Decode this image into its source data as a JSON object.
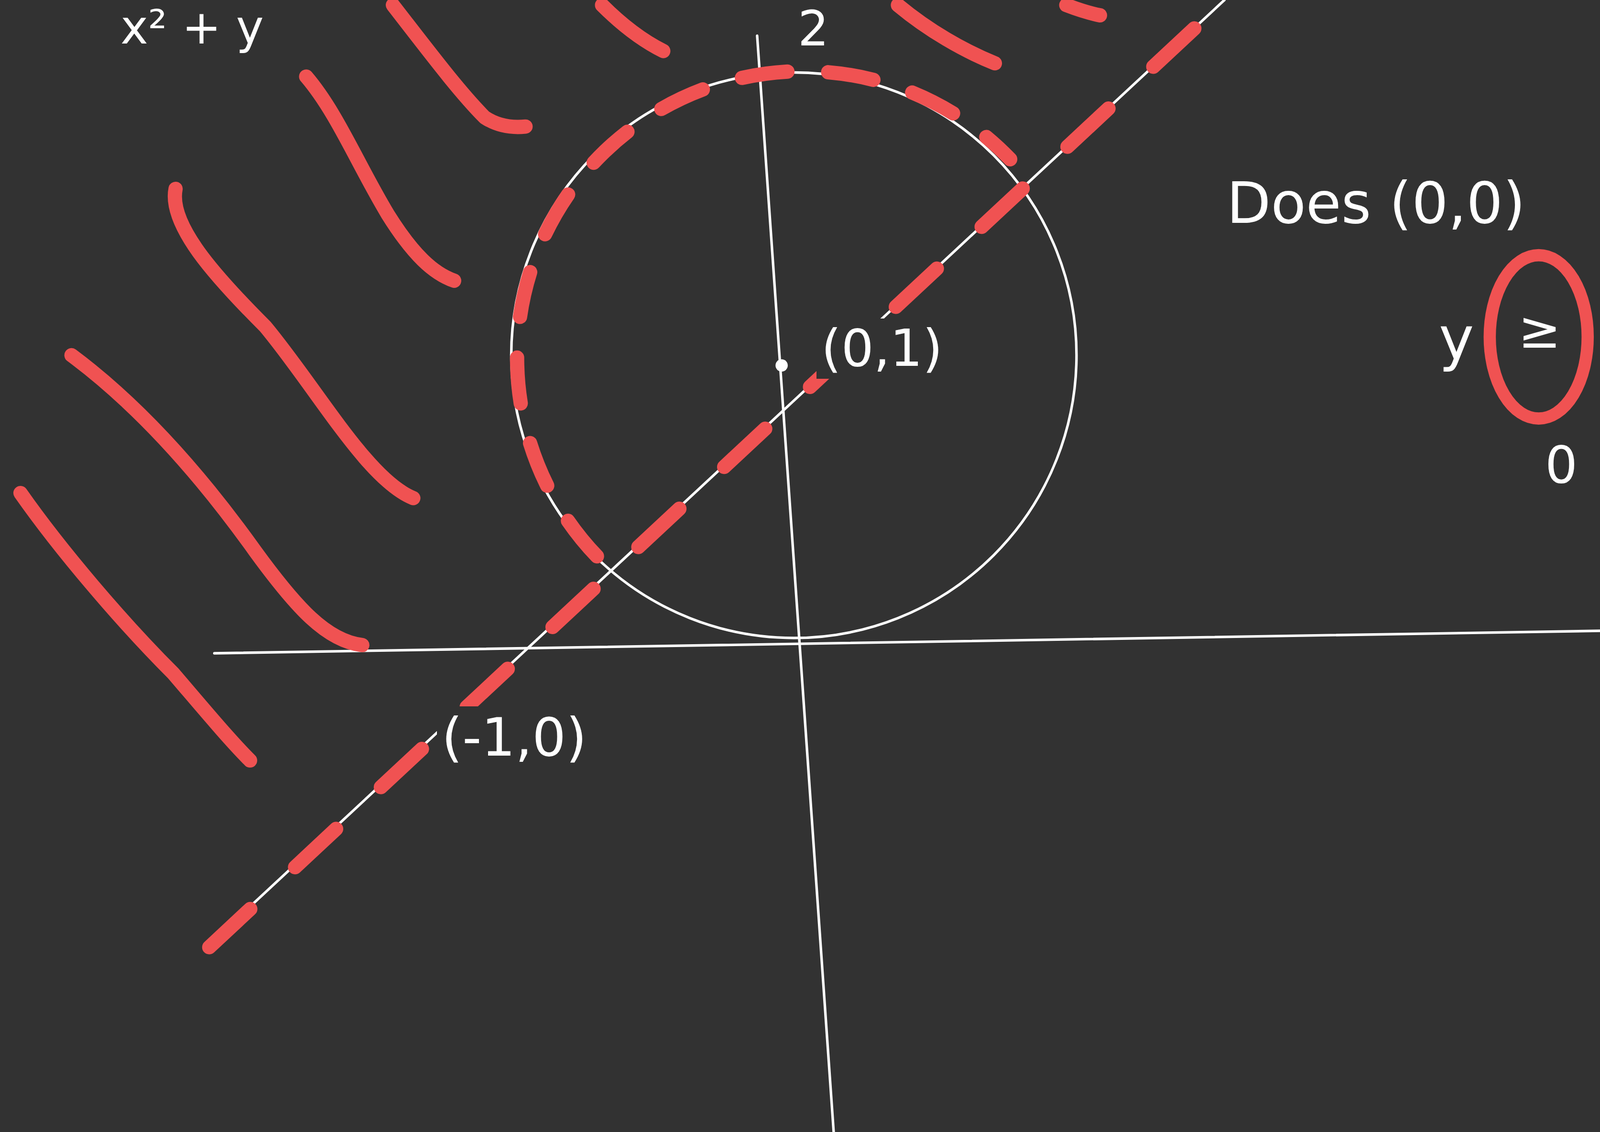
{
  "diagram": {
    "labels": [
      "x² + y",
      "2",
      "(0,1)",
      "(-1,0)",
      "Does (0,0)",
      "y",
      "≥",
      "0"
    ]
  }
}
